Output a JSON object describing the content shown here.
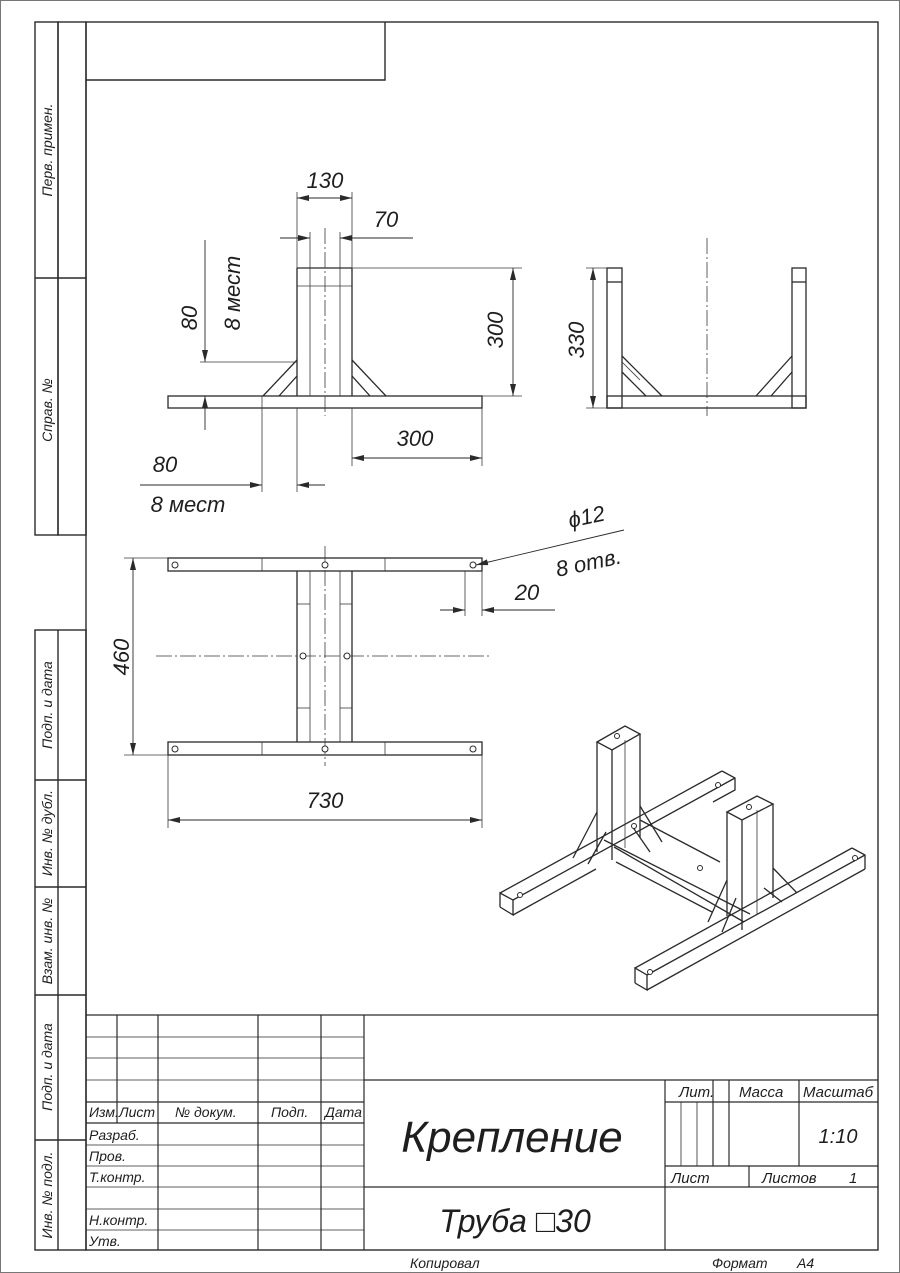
{
  "side_labels": [
    "Перв. примен.",
    "Справ. №",
    "Подп. и дата",
    "Инв. № дубл.",
    "Взам. инв. №",
    "Подп. и дата",
    "Инв. № подл."
  ],
  "title_block": {
    "header": {
      "izm": "Изм.",
      "list": "Лист",
      "doc": "№ докум.",
      "sign": "Подп.",
      "date": "Дата"
    },
    "roles": [
      "Разраб.",
      "Пров.",
      "Т.контр.",
      "",
      "Н.контр.",
      "Утв."
    ],
    "lit_label": "Лит.",
    "mass_label": "Масса",
    "scale_label": "Масштаб",
    "scale": "1:10",
    "sheet_label": "Лист",
    "sheets_label": "Листов",
    "sheets_total": "1",
    "title": "Крепление",
    "material": "Труба □30"
  },
  "footer": {
    "copied": "Копировал",
    "format_label": "Формат",
    "format": "А4"
  },
  "dimensions": {
    "front": {
      "width": "130",
      "inner": "70",
      "height": "300",
      "offset": "80",
      "offset_count": "8 мест",
      "span": "300",
      "base_offset": "80",
      "base_count": "8 мест"
    },
    "side": {
      "height": "330"
    },
    "plan": {
      "width": "460",
      "length": "730",
      "hole": "ϕ12",
      "hole_count": "8 отв.",
      "edge": "20"
    }
  }
}
